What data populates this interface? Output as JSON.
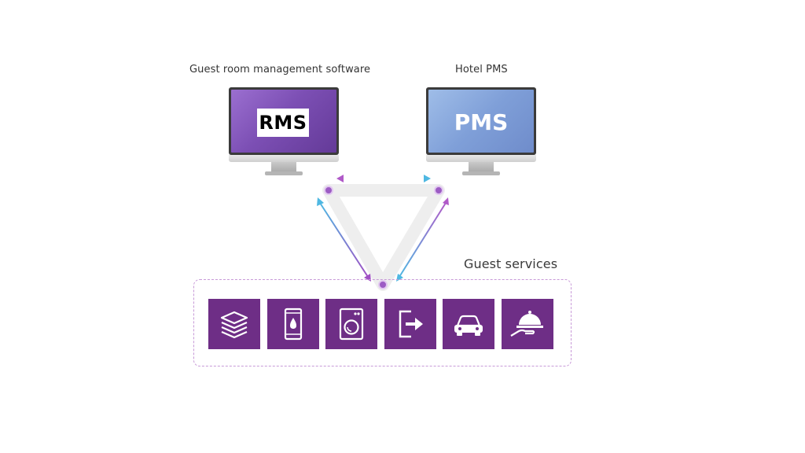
{
  "labels": {
    "rms_caption": "Guest room management software",
    "pms_caption": "Hotel PMS",
    "services_caption": "Guest services"
  },
  "monitors": {
    "rms": {
      "screen_text": "RMS",
      "screen_color": "#7c4fb4"
    },
    "pms": {
      "screen_text": "PMS",
      "screen_color": "#7f9fd8"
    }
  },
  "services": [
    {
      "icon": "linen-stack-icon"
    },
    {
      "icon": "mobile-phone-icon"
    },
    {
      "icon": "washing-machine-icon"
    },
    {
      "icon": "exit-door-icon"
    },
    {
      "icon": "car-icon"
    },
    {
      "icon": "room-service-cloche-icon"
    }
  ],
  "colors": {
    "tile": "#6e2e86",
    "arrow_purple": "#9b4fc9",
    "arrow_blue": "#4fb3e0",
    "node": "#9c5cc4"
  }
}
